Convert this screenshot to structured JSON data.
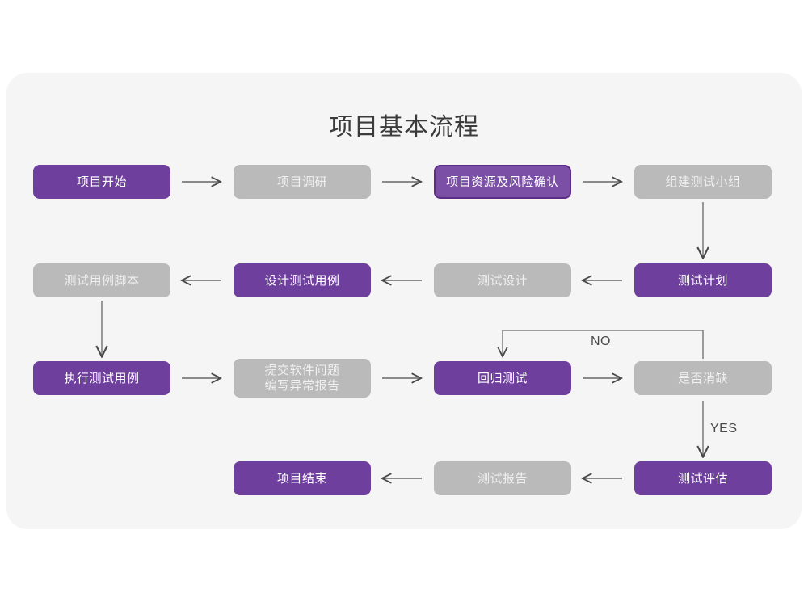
{
  "page": {
    "background": "#ffffff",
    "card_background": "#f5f5f5"
  },
  "title": "项目基本流程",
  "colors": {
    "purple_fill": "#6f3f9e",
    "purple_outline_fill": "#7b4fa6",
    "purple_outline_border": "#5c2d86",
    "gray_fill": "#bababa",
    "gray_text": "#f0f0f0",
    "arrow": "#4a4a4a"
  },
  "nodes": {
    "n01": {
      "label": "项目开始",
      "style": "purple"
    },
    "n02": {
      "label": "项目调研",
      "style": "gray"
    },
    "n03": {
      "label": "项目资源及风险确认",
      "style": "purple-outline"
    },
    "n04": {
      "label": "组建测试小组",
      "style": "gray"
    },
    "n05": {
      "label": "测试用例脚本",
      "style": "gray"
    },
    "n06": {
      "label": "设计测试用例",
      "style": "purple"
    },
    "n07": {
      "label": "测试设计",
      "style": "gray"
    },
    "n08": {
      "label": "测试计划",
      "style": "purple"
    },
    "n09": {
      "label": "执行测试用例",
      "style": "purple"
    },
    "n10": {
      "label": "提交软件问题\n编写异常报告",
      "style": "gray"
    },
    "n11": {
      "label": "回归测试",
      "style": "purple"
    },
    "n12": {
      "label": "是否消缺",
      "style": "gray"
    },
    "n13": {
      "label": "项目结束",
      "style": "purple"
    },
    "n14": {
      "label": "测试报告",
      "style": "gray"
    },
    "n15": {
      "label": "测试评估",
      "style": "purple"
    }
  },
  "edge_labels": {
    "no": "NO",
    "yes": "YES"
  }
}
